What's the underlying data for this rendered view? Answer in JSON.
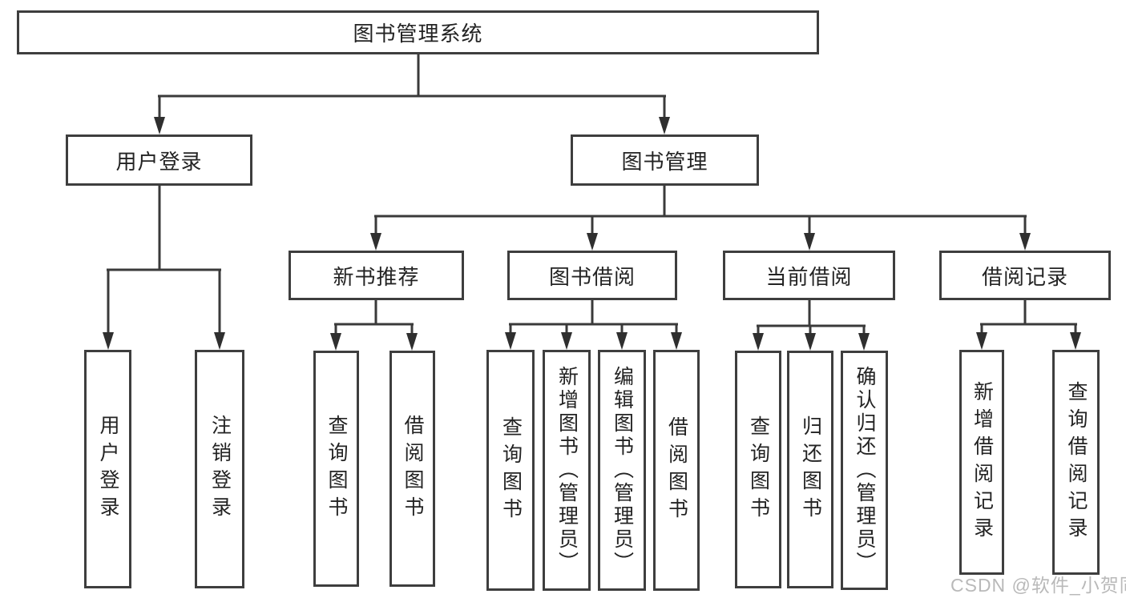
{
  "diagram_title": "图书管理系统",
  "watermark": "CSDN @软件_小贺同学",
  "colors": {
    "background": "#ffffff",
    "box_border": "#3e3e3e",
    "line": "#3a3a3a",
    "text": "#232323",
    "watermark": "#b9b9b9"
  },
  "nodes": {
    "root": {
      "label": "图书管理系统"
    },
    "user_login": {
      "label": "用户登录"
    },
    "book_mgmt": {
      "label": "图书管理"
    },
    "new_book_rec": {
      "label": "新书推荐"
    },
    "book_borrow": {
      "label": "图书借阅"
    },
    "current_borrow": {
      "label": "当前借阅"
    },
    "borrow_records": {
      "label": "借阅记录"
    },
    "user_login_action": {
      "label": "用户登录"
    },
    "logout_action": {
      "label": "注销登录"
    },
    "nbr_query": {
      "label": "查询图书"
    },
    "nbr_borrow": {
      "label": "借阅图书"
    },
    "bb_query": {
      "label": "查询图书"
    },
    "bb_add": {
      "label": "新增图书（管理员）"
    },
    "bb_edit": {
      "label": "编辑图书（管理员）"
    },
    "bb_borrow": {
      "label": "借阅图书"
    },
    "cb_query": {
      "label": "查询图书"
    },
    "cb_return": {
      "label": "归还图书"
    },
    "cb_confirm": {
      "label": "确认归还（管理员）"
    },
    "br_add": {
      "label": "新增借阅记录"
    },
    "br_query": {
      "label": "查询借阅记录"
    }
  },
  "hierarchy": {
    "root": {
      "children": [
        "user_login",
        "book_mgmt"
      ]
    },
    "user_login": {
      "children": [
        "user_login_action",
        "logout_action"
      ]
    },
    "book_mgmt": {
      "children": [
        "new_book_rec",
        "book_borrow",
        "current_borrow",
        "borrow_records"
      ]
    },
    "new_book_rec": {
      "children": [
        "nbr_query",
        "nbr_borrow"
      ]
    },
    "book_borrow": {
      "children": [
        "bb_query",
        "bb_add",
        "bb_edit",
        "bb_borrow"
      ]
    },
    "current_borrow": {
      "children": [
        "cb_query",
        "cb_return",
        "cb_confirm"
      ]
    },
    "borrow_records": {
      "children": [
        "br_add",
        "br_query"
      ]
    }
  }
}
